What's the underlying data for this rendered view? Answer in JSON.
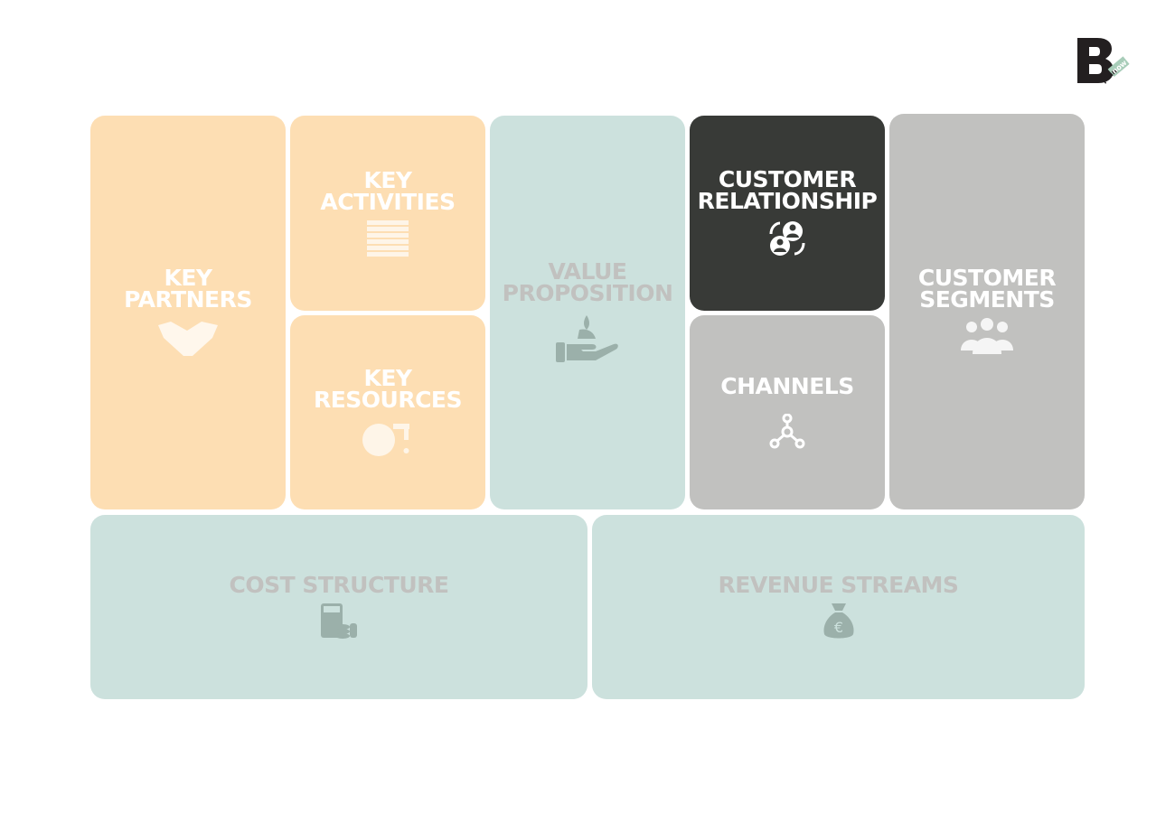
{
  "logo": {
    "letter": "B",
    "tag": "plan now",
    "accent": "#a8cdb9"
  },
  "colors": {
    "orange": "#fddeb3",
    "teal": "#cce1dd",
    "gray": "#c1c1bf",
    "dark": "#383a37"
  },
  "blocks": {
    "key_partners": {
      "line1": "KEY",
      "line2": "PARTNERS",
      "icon": "handshake-icon"
    },
    "key_activities": {
      "line1": "KEY",
      "line2": "ACTIVITIES",
      "icon": "list-icon"
    },
    "key_resources": {
      "line1": "KEY",
      "line2": "RESOURCES",
      "icon": "globe-tap-icon"
    },
    "value_proposition": {
      "line1": "VALUE",
      "line2": "PROPOSITION",
      "icon": "hand-plant-icon"
    },
    "customer_relationship": {
      "line1": "CUSTOMER",
      "line2": "RELATIONSHIP",
      "icon": "users-exchange-icon"
    },
    "channels": {
      "line1": "CHANNELS",
      "icon": "network-icon"
    },
    "customer_segments": {
      "line1": "CUSTOMER",
      "line2": "SEGMENTS",
      "icon": "group-icon"
    },
    "cost_structure": {
      "line1": "COST STRUCTURE",
      "icon": "calculator-coins-icon"
    },
    "revenue_streams": {
      "line1": "REVENUE STREAMS",
      "icon": "money-bag-euro-icon"
    }
  }
}
